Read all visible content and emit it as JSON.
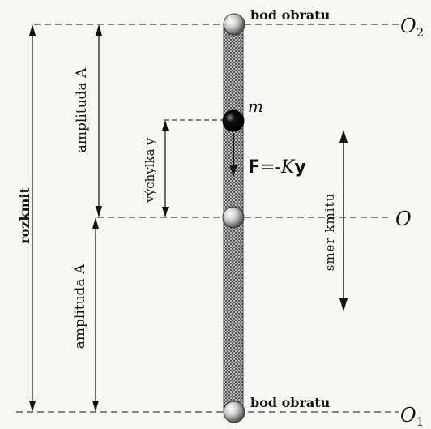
{
  "labels": {
    "turning_point_top": "bod obratu",
    "turning_point_bottom": "bod obratu",
    "o2_letter": "O",
    "o2_sub": "2",
    "o_letter": "O",
    "o1_letter": "O",
    "o1_sub": "1",
    "mass": "m",
    "force_f": "F",
    "force_eq": "=-K",
    "force_y": "y",
    "amplitude_top": "amplituda A",
    "amplitude_bottom": "amplituda A",
    "displacement": "výchylka y",
    "swing": "rozkmit",
    "direction": "smer kmitu"
  },
  "colors": {
    "ink": "#111111",
    "rod": "#9a9a9a",
    "background": "#f7f6f1"
  }
}
